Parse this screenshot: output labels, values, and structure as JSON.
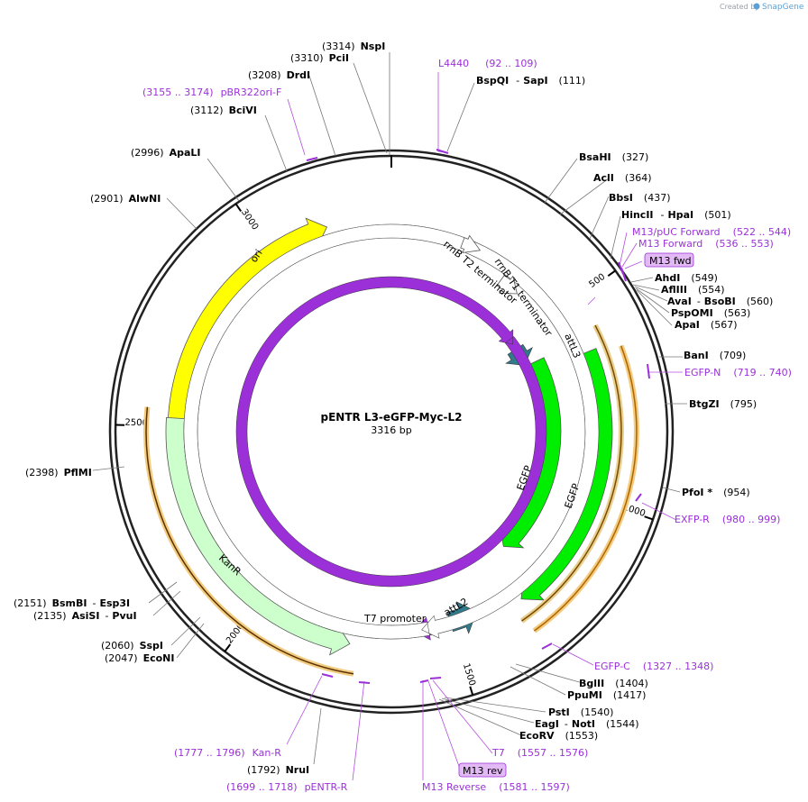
{
  "header": {
    "credit": "Created by",
    "brand": "SnapGene"
  },
  "plasmid": {
    "name": "pENTR L3-eGFP-Myc-L2",
    "length": "3316 bp"
  },
  "ticks": [
    "500",
    "1000",
    "1500",
    "2000",
    "2500",
    "3000"
  ],
  "enzymes_left": [
    {
      "pos": "(3314)",
      "name": "NspI"
    },
    {
      "pos": "(3310)",
      "name": "PciI"
    },
    {
      "pos": "(3208)",
      "name": "DrdI"
    },
    {
      "pos": "(3112)",
      "name": "BciVI"
    },
    {
      "pos": "(2996)",
      "name": "ApaLI"
    },
    {
      "pos": "(2901)",
      "name": "AlwNI"
    },
    {
      "pos": "(2398)",
      "name": "PflMI"
    },
    {
      "pos": "(2151)",
      "name": "BsmBI",
      "name2": "Esp3I"
    },
    {
      "pos": "(2135)",
      "name": "AsiSI",
      "name2": "PvuI"
    },
    {
      "pos": "(2060)",
      "name": "SspI"
    },
    {
      "pos": "(2047)",
      "name": "EcoNI"
    },
    {
      "pos": "(1792)",
      "name": "NruI"
    }
  ],
  "enzymes_right": [
    {
      "name": "BspQI",
      "name2": "SapI",
      "pos": "(111)"
    },
    {
      "name": "BsaHI",
      "pos": "(327)"
    },
    {
      "name": "AclI",
      "pos": "(364)"
    },
    {
      "name": "BbsI",
      "pos": "(437)"
    },
    {
      "name": "HincII",
      "name2": "HpaI",
      "pos": "(501)"
    },
    {
      "name": "AhdI",
      "pos": "(549)"
    },
    {
      "name": "AflIII",
      "pos": "(554)"
    },
    {
      "name": "AvaI",
      "name2": "BsoBI",
      "pos": "(560)"
    },
    {
      "name": "PspOMI",
      "pos": "(563)"
    },
    {
      "name": "ApaI",
      "pos": "(567)"
    },
    {
      "name": "BanI",
      "pos": "(709)"
    },
    {
      "name": "BtgZI",
      "pos": "(795)"
    },
    {
      "name": "PfoI *",
      "pos": "(954)"
    },
    {
      "name": "BglII",
      "pos": "(1404)"
    },
    {
      "name": "PpuMI",
      "pos": "(1417)"
    },
    {
      "name": "PstI",
      "pos": "(1540)"
    },
    {
      "name": "EagI",
      "name2": "NotI",
      "pos": "(1544)"
    },
    {
      "name": "EcoRV",
      "pos": "(1553)"
    }
  ],
  "primers": [
    {
      "name": "L4440",
      "range": "(92 .. 109)"
    },
    {
      "name": "pBR322ori-F",
      "range": "(3155 .. 3174)"
    },
    {
      "name": "M13/pUC Forward",
      "range": "(522 .. 544)"
    },
    {
      "name": "M13 Forward",
      "range": "(536 .. 553)"
    },
    {
      "name": "EGFP-N",
      "range": "(719 .. 740)"
    },
    {
      "name": "EXFP-R",
      "range": "(980 .. 999)"
    },
    {
      "name": "EGFP-C",
      "range": "(1327 .. 1348)"
    },
    {
      "name": "T7",
      "range": "(1557 .. 1576)"
    },
    {
      "name": "M13 Reverse",
      "range": "(1581 .. 1597)"
    },
    {
      "name": "pENTR-R",
      "range": "(1699 .. 1718)"
    },
    {
      "name": "Kan-R",
      "range": "(1777 .. 1796)"
    }
  ],
  "boxed_primers": [
    "M13 fwd",
    "M13 rev"
  ],
  "features": {
    "ori": "ori",
    "kanr": "KanR",
    "egfp_inner": "EGFP",
    "egfp_outer": "EGFP",
    "attl3": "attL3",
    "attl2": "attL2",
    "t7": "T7 promoter",
    "rrnb_t1": "rrnB T1 terminator",
    "rrnb_t2": "rrnB T2 terminator"
  },
  "colors": {
    "ori": "#ffff00",
    "kanr": "#ccffcc",
    "egfp": "#00ee00",
    "att": "#317b8c",
    "primer": "#9b30d9",
    "orf": "#f4a832"
  }
}
